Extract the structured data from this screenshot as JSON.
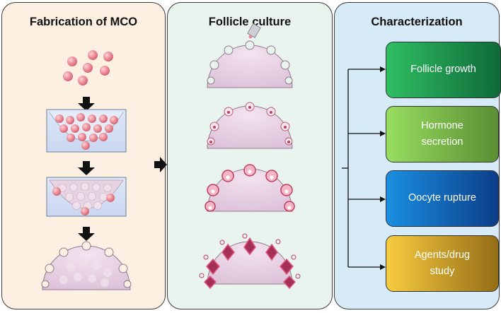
{
  "panels": {
    "fabrication": {
      "title": "Fabrication of MCO"
    },
    "culture": {
      "title": "Follicle culture"
    },
    "characterization": {
      "title": "Characterization",
      "cards": [
        {
          "label": "Follicle growth",
          "color_start": "#2fbe63",
          "color_end": "#0f6a38"
        },
        {
          "label": "Hormone\nsecretion",
          "color_start": "#98de60",
          "color_end": "#5a8e33"
        },
        {
          "label": "Oocyte rupture",
          "color_start": "#1a8fe0",
          "color_end": "#0c3e88"
        },
        {
          "label": "Agents/drug\nstudy",
          "color_start": "#f8cc40",
          "color_end": "#946d16"
        }
      ]
    }
  },
  "colors": {
    "fabrication_bg": "#fdf0e2",
    "culture_bg": "#eaf4ef",
    "characterization_bg": "#d6eaf7",
    "sphere": "#ec8e99",
    "mco": "#ead6e6"
  }
}
